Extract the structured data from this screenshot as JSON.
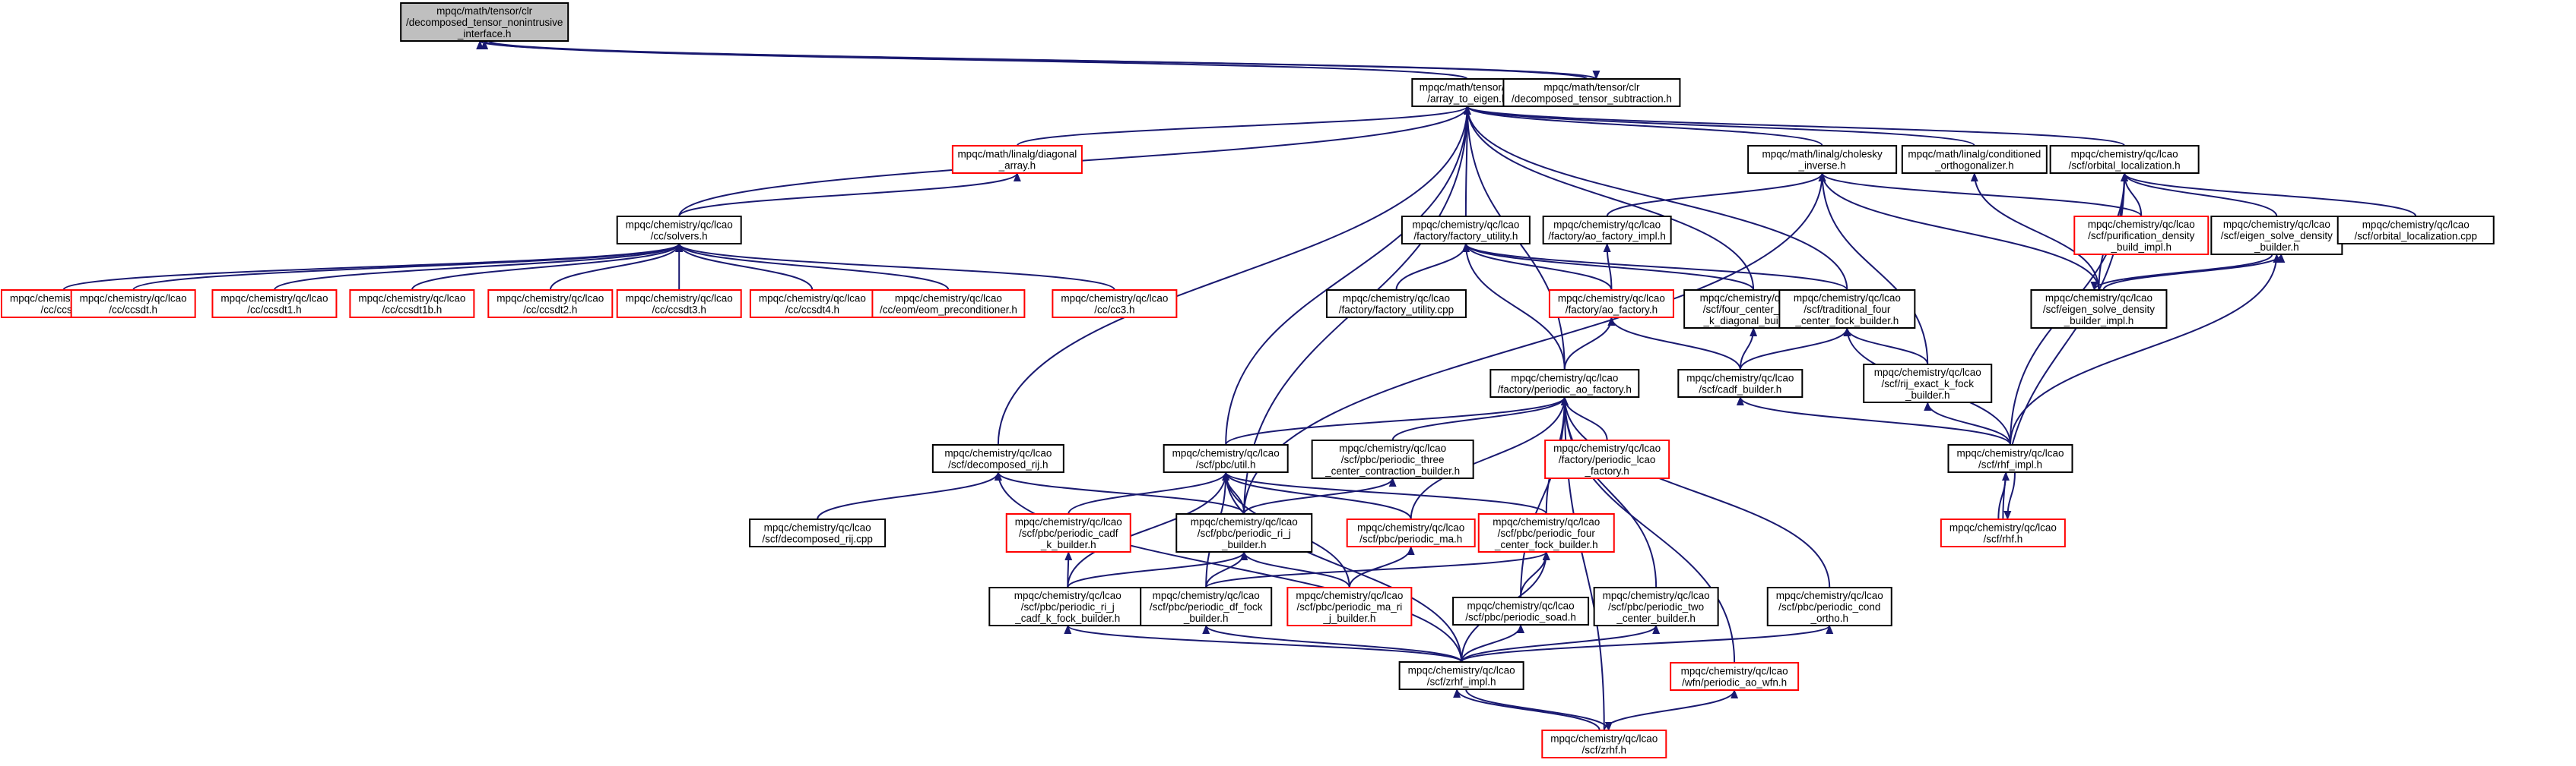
{
  "colors": {
    "focus_fill": "#bfbfbf",
    "normal_border": "#000000",
    "missing_border": "#ff0000",
    "edge": "#191970",
    "background": "#ffffff"
  },
  "nodes": [
    {
      "id": "focus",
      "lines": [
        "mpqc/math/tensor/clr",
        "/decomposed_tensor_nonintrusive",
        "_interface.h"
      ],
      "style": "focus"
    },
    {
      "id": "array_to_eigen",
      "lines": [
        "mpqc/math/tensor/clr",
        "/array_to_eigen.h"
      ],
      "style": "normal"
    },
    {
      "id": "decomposed_tensor_subtraction",
      "lines": [
        "mpqc/math/tensor/clr",
        "/decomposed_tensor_subtraction.h"
      ],
      "style": "normal"
    },
    {
      "id": "diagonal_array",
      "lines": [
        "mpqc/math/linalg/diagonal",
        "_array.h"
      ],
      "style": "missing"
    },
    {
      "id": "cholesky_inverse",
      "lines": [
        "mpqc/math/linalg/cholesky",
        "_inverse.h"
      ],
      "style": "normal"
    },
    {
      "id": "conditioned_orthogonalizer",
      "lines": [
        "mpqc/math/linalg/conditioned",
        "_orthogonalizer.h"
      ],
      "style": "normal"
    },
    {
      "id": "orbital_localization_h",
      "lines": [
        "mpqc/chemistry/qc/lcao",
        "/scf/orbital_localization.h"
      ],
      "style": "normal"
    },
    {
      "id": "solvers",
      "lines": [
        "mpqc/chemistry/qc/lcao",
        "/cc/solvers.h"
      ],
      "style": "normal"
    },
    {
      "id": "ccsd",
      "lines": [
        "mpqc/chemistry/qc/lcao",
        "/cc/ccsd.h"
      ],
      "style": "missing"
    },
    {
      "id": "ccsdt",
      "lines": [
        "mpqc/chemistry/qc/lcao",
        "/cc/ccsdt.h"
      ],
      "style": "missing"
    },
    {
      "id": "ccsdt1",
      "lines": [
        "mpqc/chemistry/qc/lcao",
        "/cc/ccsdt1.h"
      ],
      "style": "missing"
    },
    {
      "id": "ccsdt1b",
      "lines": [
        "mpqc/chemistry/qc/lcao",
        "/cc/ccsdt1b.h"
      ],
      "style": "missing"
    },
    {
      "id": "ccsdt2",
      "lines": [
        "mpqc/chemistry/qc/lcao",
        "/cc/ccsdt2.h"
      ],
      "style": "missing"
    },
    {
      "id": "ccsdt3",
      "lines": [
        "mpqc/chemistry/qc/lcao",
        "/cc/ccsdt3.h"
      ],
      "style": "missing"
    },
    {
      "id": "ccsdt4",
      "lines": [
        "mpqc/chemistry/qc/lcao",
        "/cc/ccsdt4.h"
      ],
      "style": "missing"
    },
    {
      "id": "eom_preconditioner",
      "lines": [
        "mpqc/chemistry/qc/lcao",
        "/cc/eom/eom_preconditioner.h"
      ],
      "style": "missing"
    },
    {
      "id": "cc3",
      "lines": [
        "mpqc/chemistry/qc/lcao",
        "/cc/cc3.h"
      ],
      "style": "missing"
    },
    {
      "id": "factory_utility_h",
      "lines": [
        "mpqc/chemistry/qc/lcao",
        "/factory/factory_utility.h"
      ],
      "style": "normal"
    },
    {
      "id": "ao_factory_impl",
      "lines": [
        "mpqc/chemistry/qc/lcao",
        "/factory/ao_factory_impl.h"
      ],
      "style": "normal"
    },
    {
      "id": "purification_density",
      "lines": [
        "mpqc/chemistry/qc/lcao",
        "/scf/purification_density",
        "_build_impl.h"
      ],
      "style": "missing"
    },
    {
      "id": "eigen_solve_density_builder",
      "lines": [
        "mpqc/chemistry/qc/lcao",
        "/scf/eigen_solve_density",
        "_builder.h"
      ],
      "style": "normal"
    },
    {
      "id": "orbital_localization_cpp",
      "lines": [
        "mpqc/chemistry/qc/lcao",
        "/scf/orbital_localization.cpp"
      ],
      "style": "normal"
    },
    {
      "id": "factory_utility_cpp",
      "lines": [
        "mpqc/chemistry/qc/lcao",
        "/factory/factory_utility.cpp"
      ],
      "style": "normal"
    },
    {
      "id": "ao_factory",
      "lines": [
        "mpqc/chemistry/qc/lcao",
        "/factory/ao_factory.h"
      ],
      "style": "missing"
    },
    {
      "id": "four_center_exact_k_diagonal",
      "lines": [
        "mpqc/chemistry/qc/lcao",
        "/scf/four_center_exact",
        "_k_diagonal_builder.h"
      ],
      "style": "normal"
    },
    {
      "id": "traditional_four_center_fock",
      "lines": [
        "mpqc/chemistry/qc/lcao",
        "/scf/traditional_four",
        "_center_fock_builder.h"
      ],
      "style": "normal"
    },
    {
      "id": "eigen_solve_density_builder_impl",
      "lines": [
        "mpqc/chemistry/qc/lcao",
        "/scf/eigen_solve_density",
        "_builder_impl.h"
      ],
      "style": "normal"
    },
    {
      "id": "periodic_ao_factory",
      "lines": [
        "mpqc/chemistry/qc/lcao",
        "/factory/periodic_ao_factory.h"
      ],
      "style": "normal"
    },
    {
      "id": "cadf_builder",
      "lines": [
        "mpqc/chemistry/qc/lcao",
        "/scf/cadf_builder.h"
      ],
      "style": "normal"
    },
    {
      "id": "rij_exact_k_fock",
      "lines": [
        "mpqc/chemistry/qc/lcao",
        "/scf/rij_exact_k_fock",
        "_builder.h"
      ],
      "style": "normal"
    },
    {
      "id": "decomposed_rij_h",
      "lines": [
        "mpqc/chemistry/qc/lcao",
        "/scf/decomposed_rij.h"
      ],
      "style": "normal"
    },
    {
      "id": "pbc_util",
      "lines": [
        "mpqc/chemistry/qc/lcao",
        "/scf/pbc/util.h"
      ],
      "style": "normal"
    },
    {
      "id": "periodic_three_center",
      "lines": [
        "mpqc/chemistry/qc/lcao",
        "/scf/pbc/periodic_three",
        "_center_contraction_builder.h"
      ],
      "style": "normal"
    },
    {
      "id": "periodic_lcao_factory",
      "lines": [
        "mpqc/chemistry/qc/lcao",
        "/factory/periodic_lcao",
        "_factory.h"
      ],
      "style": "missing"
    },
    {
      "id": "rhf_impl",
      "lines": [
        "mpqc/chemistry/qc/lcao",
        "/scf/rhf_impl.h"
      ],
      "style": "normal"
    },
    {
      "id": "decomposed_rij_cpp",
      "lines": [
        "mpqc/chemistry/qc/lcao",
        "/scf/decomposed_rij.cpp"
      ],
      "style": "normal"
    },
    {
      "id": "periodic_cadf_k",
      "lines": [
        "mpqc/chemistry/qc/lcao",
        "/scf/pbc/periodic_cadf",
        "_k_builder.h"
      ],
      "style": "missing"
    },
    {
      "id": "periodic_ri_j",
      "lines": [
        "mpqc/chemistry/qc/lcao",
        "/scf/pbc/periodic_ri_j",
        "_builder.h"
      ],
      "style": "normal"
    },
    {
      "id": "periodic_ma",
      "lines": [
        "mpqc/chemistry/qc/lcao",
        "/scf/pbc/periodic_ma.h"
      ],
      "style": "missing"
    },
    {
      "id": "periodic_four_center_fock",
      "lines": [
        "mpqc/chemistry/qc/lcao",
        "/scf/pbc/periodic_four",
        "_center_fock_builder.h"
      ],
      "style": "missing"
    },
    {
      "id": "rhf",
      "lines": [
        "mpqc/chemistry/qc/lcao",
        "/scf/rhf.h"
      ],
      "style": "missing"
    },
    {
      "id": "periodic_ri_j_cadf_k_fock",
      "lines": [
        "mpqc/chemistry/qc/lcao",
        "/scf/pbc/periodic_ri_j",
        "_cadf_k_fock_builder.h"
      ],
      "style": "normal"
    },
    {
      "id": "periodic_df_fock",
      "lines": [
        "mpqc/chemistry/qc/lcao",
        "/scf/pbc/periodic_df_fock",
        "_builder.h"
      ],
      "style": "normal"
    },
    {
      "id": "periodic_ma_ri_j",
      "lines": [
        "mpqc/chemistry/qc/lcao",
        "/scf/pbc/periodic_ma_ri",
        "_j_builder.h"
      ],
      "style": "missing"
    },
    {
      "id": "periodic_soad",
      "lines": [
        "mpqc/chemistry/qc/lcao",
        "/scf/pbc/periodic_soad.h"
      ],
      "style": "normal"
    },
    {
      "id": "periodic_two_center",
      "lines": [
        "mpqc/chemistry/qc/lcao",
        "/scf/pbc/periodic_two",
        "_center_builder.h"
      ],
      "style": "normal"
    },
    {
      "id": "periodic_cond_ortho",
      "lines": [
        "mpqc/chemistry/qc/lcao",
        "/scf/pbc/periodic_cond",
        "_ortho.h"
      ],
      "style": "normal"
    },
    {
      "id": "periodic_ao_wfn",
      "lines": [
        "mpqc/chemistry/qc/lcao",
        "/wfn/periodic_ao_wfn.h"
      ],
      "style": "missing"
    },
    {
      "id": "zrhf_impl",
      "lines": [
        "mpqc/chemistry/qc/lcao",
        "/scf/zrhf_impl.h"
      ],
      "style": "normal"
    },
    {
      "id": "zrhf",
      "lines": [
        "mpqc/chemistry/qc/lcao",
        "/scf/zrhf.h"
      ],
      "style": "missing"
    }
  ],
  "edges": [
    [
      "array_to_eigen",
      "focus"
    ],
    [
      "decomposed_tensor_subtraction",
      "focus"
    ],
    [
      "focus",
      "decomposed_tensor_subtraction"
    ],
    [
      "diagonal_array",
      "array_to_eigen"
    ],
    [
      "cholesky_inverse",
      "array_to_eigen"
    ],
    [
      "conditioned_orthogonalizer",
      "array_to_eigen"
    ],
    [
      "orbital_localization_h",
      "array_to_eigen"
    ],
    [
      "solvers",
      "array_to_eigen"
    ],
    [
      "factory_utility_h",
      "array_to_eigen"
    ],
    [
      "four_center_exact_k_diagonal",
      "array_to_eigen"
    ],
    [
      "traditional_four_center_fock",
      "array_to_eigen"
    ],
    [
      "periodic_ao_factory",
      "array_to_eigen"
    ],
    [
      "decomposed_rij_h",
      "array_to_eigen"
    ],
    [
      "pbc_util",
      "array_to_eigen"
    ],
    [
      "periodic_ri_j",
      "array_to_eigen"
    ],
    [
      "solvers",
      "diagonal_array"
    ],
    [
      "ccsd",
      "solvers"
    ],
    [
      "ccsdt",
      "solvers"
    ],
    [
      "ccsdt1",
      "solvers"
    ],
    [
      "ccsdt1b",
      "solvers"
    ],
    [
      "ccsdt2",
      "solvers"
    ],
    [
      "ccsdt3",
      "solvers"
    ],
    [
      "ccsdt4",
      "solvers"
    ],
    [
      "eom_preconditioner",
      "solvers"
    ],
    [
      "cc3",
      "solvers"
    ],
    [
      "ao_factory_impl",
      "cholesky_inverse"
    ],
    [
      "purification_density",
      "cholesky_inverse"
    ],
    [
      "eigen_solve_density_builder_impl",
      "cholesky_inverse"
    ],
    [
      "rij_exact_k_fock",
      "cholesky_inverse"
    ],
    [
      "periodic_ri_j",
      "cholesky_inverse"
    ],
    [
      "eigen_solve_density_builder_impl",
      "conditioned_orthogonalizer"
    ],
    [
      "purification_density",
      "orbital_localization_h"
    ],
    [
      "eigen_solve_density_builder",
      "orbital_localization_h"
    ],
    [
      "orbital_localization_cpp",
      "orbital_localization_h"
    ],
    [
      "eigen_solve_density_builder_impl",
      "orbital_localization_h"
    ],
    [
      "rhf_impl",
      "orbital_localization_h"
    ],
    [
      "rhf",
      "orbital_localization_h"
    ],
    [
      "eigen_solve_density_builder_impl",
      "eigen_solve_density_builder"
    ],
    [
      "eigen_solve_density_builder",
      "eigen_solve_density_builder_impl"
    ],
    [
      "rhf_impl",
      "eigen_solve_density_builder"
    ],
    [
      "factory_utility_cpp",
      "factory_utility_h"
    ],
    [
      "ao_factory",
      "factory_utility_h"
    ],
    [
      "four_center_exact_k_diagonal",
      "factory_utility_h"
    ],
    [
      "traditional_four_center_fock",
      "factory_utility_h"
    ],
    [
      "periodic_ao_factory",
      "factory_utility_h"
    ],
    [
      "ao_factory",
      "ao_factory_impl"
    ],
    [
      "periodic_ao_factory",
      "ao_factory"
    ],
    [
      "cadf_builder",
      "ao_factory"
    ],
    [
      "cadf_builder",
      "four_center_exact_k_diagonal"
    ],
    [
      "cadf_builder",
      "traditional_four_center_fock"
    ],
    [
      "rij_exact_k_fock",
      "traditional_four_center_fock"
    ],
    [
      "rhf_impl",
      "traditional_four_center_fock"
    ],
    [
      "rhf_impl",
      "cadf_builder"
    ],
    [
      "rhf_impl",
      "rij_exact_k_fock"
    ],
    [
      "decomposed_rij_cpp",
      "decomposed_rij_h"
    ],
    [
      "periodic_ri_j",
      "decomposed_rij_h"
    ],
    [
      "zrhf_impl",
      "decomposed_rij_h"
    ],
    [
      "pbc_util",
      "periodic_ao_factory"
    ],
    [
      "periodic_three_center",
      "periodic_ao_factory"
    ],
    [
      "periodic_lcao_factory",
      "periodic_ao_factory"
    ],
    [
      "periodic_ma",
      "periodic_ao_factory"
    ],
    [
      "periodic_four_center_fock",
      "periodic_ao_factory"
    ],
    [
      "periodic_soad",
      "periodic_ao_factory"
    ],
    [
      "periodic_two_center",
      "periodic_ao_factory"
    ],
    [
      "periodic_cond_ortho",
      "periodic_ao_factory"
    ],
    [
      "periodic_ao_wfn",
      "periodic_ao_factory"
    ],
    [
      "zrhf",
      "periodic_ao_factory"
    ],
    [
      "periodic_cadf_k",
      "pbc_util"
    ],
    [
      "periodic_ri_j",
      "pbc_util"
    ],
    [
      "periodic_ma",
      "pbc_util"
    ],
    [
      "periodic_four_center_fock",
      "pbc_util"
    ],
    [
      "periodic_ri_j_cadf_k_fock",
      "pbc_util"
    ],
    [
      "periodic_df_fock",
      "pbc_util"
    ],
    [
      "periodic_ma_ri_j",
      "pbc_util"
    ],
    [
      "zrhf_impl",
      "pbc_util"
    ],
    [
      "periodic_ri_j",
      "periodic_three_center"
    ],
    [
      "periodic_ri_j_cadf_k_fock",
      "periodic_cadf_k"
    ],
    [
      "periodic_ri_j_cadf_k_fock",
      "periodic_ri_j"
    ],
    [
      "periodic_df_fock",
      "periodic_ri_j"
    ],
    [
      "periodic_ma_ri_j",
      "periodic_ri_j"
    ],
    [
      "periodic_ma_ri_j",
      "periodic_ma"
    ],
    [
      "periodic_df_fock",
      "periodic_four_center_fock"
    ],
    [
      "periodic_soad",
      "periodic_four_center_fock"
    ],
    [
      "zrhf_impl",
      "periodic_four_center_fock"
    ],
    [
      "rhf",
      "rhf_impl"
    ],
    [
      "rhf_impl",
      "rhf"
    ],
    [
      "zrhf_impl",
      "periodic_ri_j_cadf_k_fock"
    ],
    [
      "zrhf_impl",
      "periodic_df_fock"
    ],
    [
      "zrhf_impl",
      "periodic_soad"
    ],
    [
      "zrhf_impl",
      "periodic_two_center"
    ],
    [
      "zrhf_impl",
      "periodic_cond_ortho"
    ],
    [
      "zrhf",
      "periodic_ao_wfn"
    ],
    [
      "zrhf",
      "zrhf_impl"
    ],
    [
      "zrhf_impl",
      "zrhf"
    ]
  ]
}
